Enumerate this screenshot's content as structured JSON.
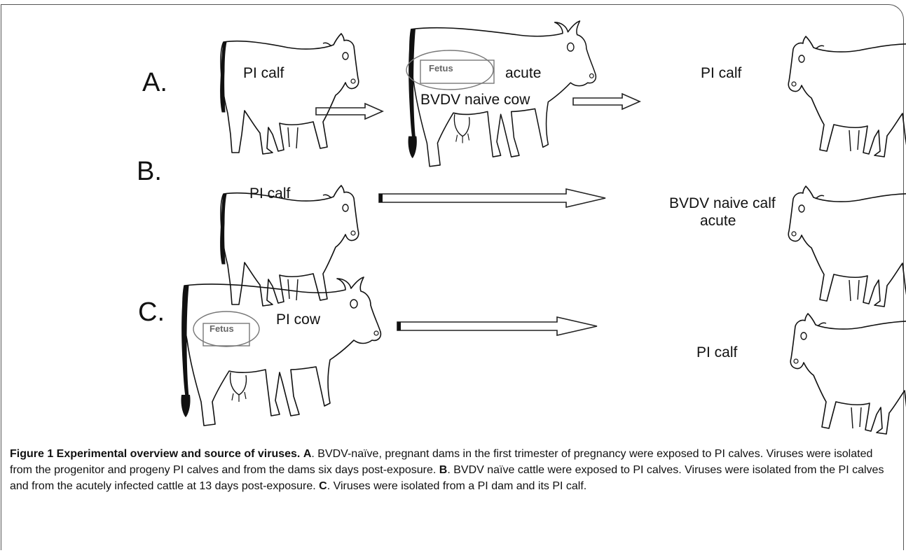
{
  "rows": {
    "A": {
      "row_label": "A.",
      "source_label": "PI calf",
      "middle_labels": [
        "Fetus",
        "acute",
        "BVDV naive cow"
      ],
      "target_label": "PI calf"
    },
    "B": {
      "row_label": "B.",
      "source_label": "PI calf",
      "target_labels": [
        "BVDV naive calf",
        "acute"
      ]
    },
    "C": {
      "row_label": "C.",
      "source_labels": [
        "Fetus",
        "PI cow"
      ],
      "target_label": "PI calf"
    }
  },
  "caption": {
    "title": "Figure 1 Experimental overview and source of viruses.",
    "a_letter": "A",
    "a_text": ". BVDV-naïve, pregnant dams in the first trimester of pregnancy were exposed to PI calves. Viruses were isolated from the progenitor and progeny PI calves and from the dams six days post-exposure.",
    "b_letter": "B",
    "b_text": ". BVDV naïve cattle were exposed to PI calves. Viruses were isolated from the PI calves and from the acutely infected cattle at 13 days post-exposure.",
    "c_letter": "C",
    "c_text": ". Viruses were isolated from a PI dam and its PI calf."
  }
}
